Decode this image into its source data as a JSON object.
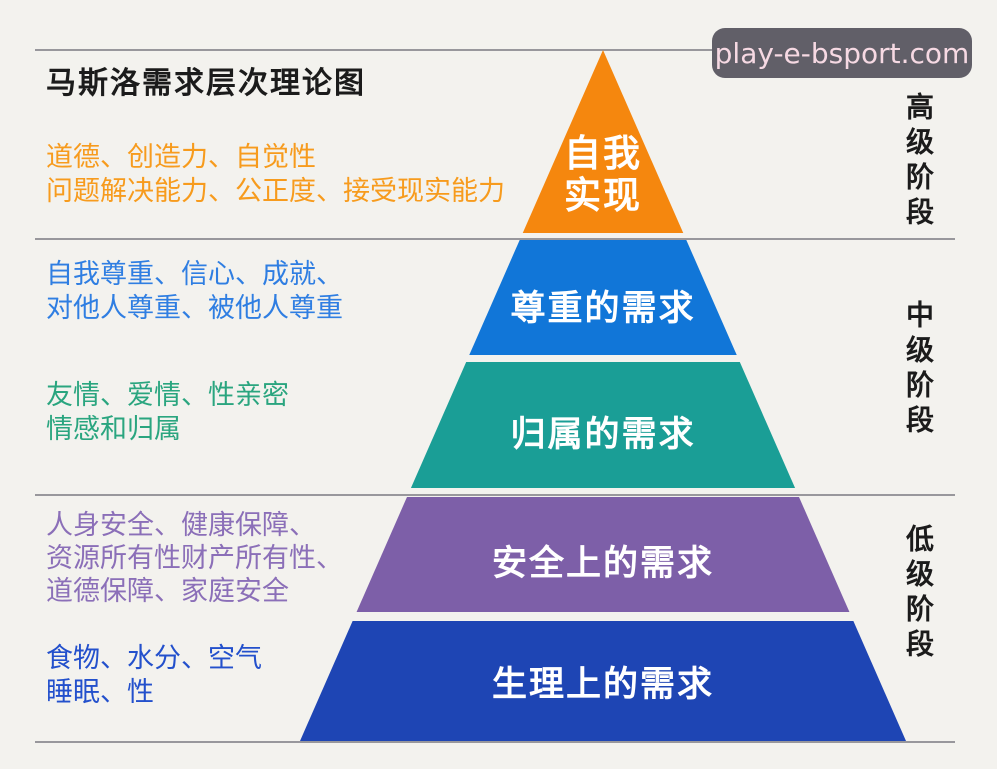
{
  "page": {
    "title": "马斯洛需求层次理论图",
    "watermark": "play-e-bsport.com",
    "background_color": "#f3f2ee",
    "divider_color": "#98979c"
  },
  "pyramid": {
    "type": "pyramid-hierarchy",
    "levels": [
      {
        "name": "self-actualization",
        "label": "自我实现",
        "label_lines": [
          "自我",
          "实现"
        ],
        "band_color": "#f5870e",
        "desc_color": "#f79b1d",
        "desc_lines": [
          "道德、创造力、自觉性",
          "问题解决能力、公正度、接受现实能力"
        ]
      },
      {
        "name": "esteem",
        "label": "尊重的需求",
        "band_color": "#1176d8",
        "desc_color": "#2f7ee2",
        "desc_lines": [
          "自我尊重、信心、成就、",
          "对他人尊重、被他人尊重"
        ]
      },
      {
        "name": "belonging",
        "label": "归属的需求",
        "band_color": "#1a9e96",
        "desc_color": "#2aa57f",
        "desc_lines": [
          "友情、爱情、性亲密",
          "情感和归属"
        ]
      },
      {
        "name": "safety",
        "label": "安全上的需求",
        "band_color": "#7d5fa8",
        "desc_color": "#8b6fb8",
        "desc_lines": [
          "人身安全、健康保障、",
          "资源所有性财产所有性、",
          "道德保障、家庭安全"
        ]
      },
      {
        "name": "physiological",
        "label": "生理上的需求",
        "band_color": "#1e45b4",
        "desc_color": "#2350cc",
        "desc_lines": [
          "食物、水分、空气",
          "睡眠、性"
        ]
      }
    ]
  },
  "stages": [
    {
      "label": "高级阶段"
    },
    {
      "label": "中级阶段"
    },
    {
      "label": "低级阶段"
    }
  ]
}
